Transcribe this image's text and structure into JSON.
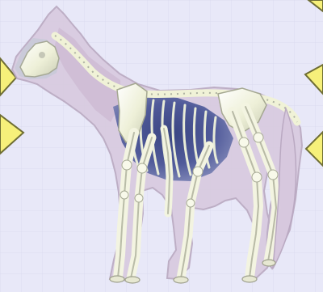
{
  "diagram": {
    "subject": "horse-skeleton",
    "colors": {
      "background": "#e8e8f8",
      "grid": "#d9d9ee",
      "silhouette": "#d8c9de",
      "silhouette_stroke": "#b8a7bf",
      "bone": "#f2f3e0",
      "bone_shadow": "#c8cbb8",
      "torso_dark": "#45508f",
      "callout": "#f6f07a",
      "callout_stroke": "#6e6d34"
    },
    "callouts": [
      {
        "id": "callout-head-left",
        "side": "left"
      },
      {
        "id": "callout-neck-left",
        "side": "left"
      },
      {
        "id": "callout-top-right",
        "side": "right"
      },
      {
        "id": "callout-back-right",
        "side": "right"
      },
      {
        "id": "callout-tail-right",
        "side": "right"
      }
    ]
  }
}
